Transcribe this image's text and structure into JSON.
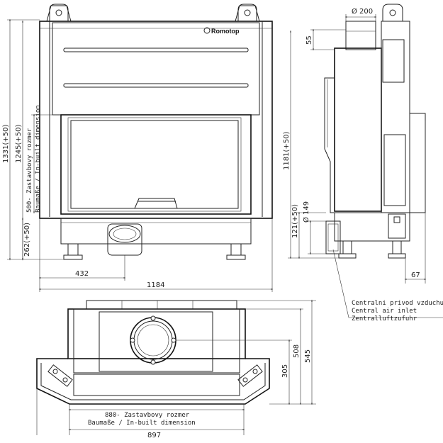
{
  "brand": {
    "name": "Romotop"
  },
  "front": {
    "dim_total_height": "1331(+50)",
    "dim_frame_height": "1245(+50)",
    "dim_base_height": "262(+50)",
    "inbuilt_label_line1": "500- Zastavbovy rozmer",
    "inbuilt_label_line2": "Baumaße / In-built dimension",
    "dim_left_offset": "432",
    "dim_total_width": "1184"
  },
  "side": {
    "dim_flue_diameter": "Ø 200",
    "dim_flue_height": "55",
    "dim_side_height": "1181(+50)",
    "dim_inlet_height": "121(+50)",
    "dim_inlet_diameter": "Ø 149",
    "dim_rear_offset": "67",
    "air_label_cz": "Centralni privod vzduchu",
    "air_label_en": "Central air inlet",
    "air_label_de": "Zentralluftzufuhr"
  },
  "top": {
    "dim_depth_total": "545",
    "dim_depth": "508",
    "dim_inlet_offset": "305",
    "inbuilt_label_line1": "880- Zastavbovy rozmer",
    "inbuilt_label_line2": "Baumaße / In-built dimension",
    "dim_width": "897"
  }
}
